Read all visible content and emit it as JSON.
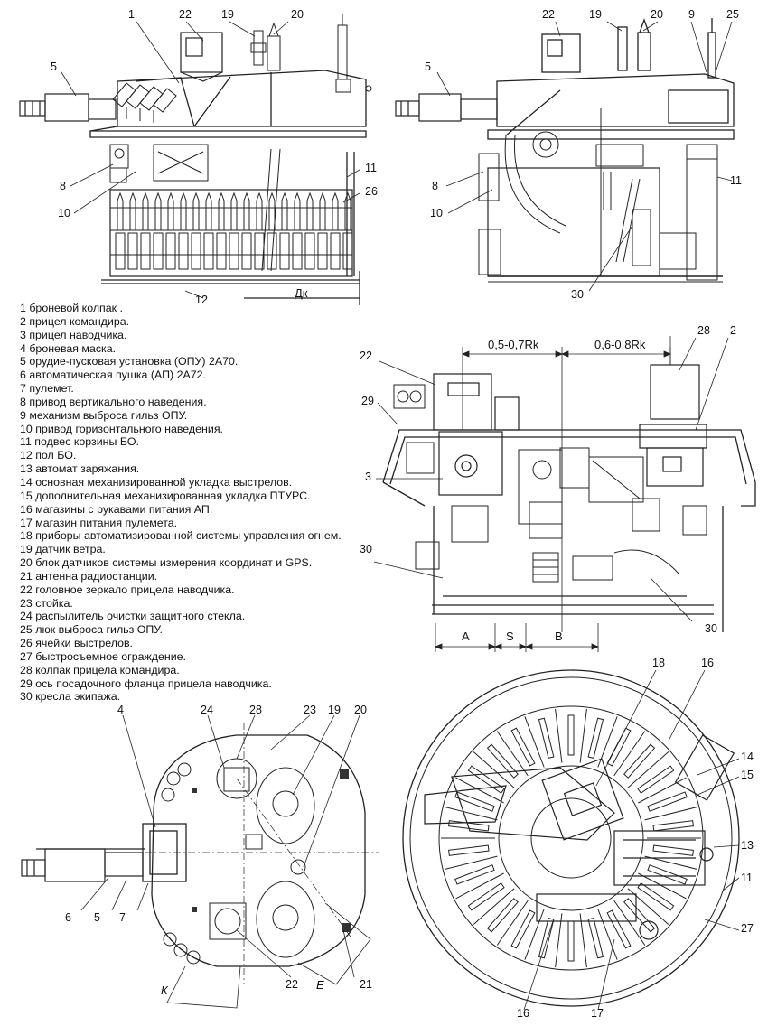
{
  "legend": [
    "1 броневой колпак .",
    "2 прицел командира.",
    "3 прицел наводчика.",
    "4 броневая маска.",
    "5 орудие-пусковая установка (ОПУ) 2А70.",
    "6 автоматическая пушка (АП) 2А72.",
    "7 пулемет.",
    "8 привод вертикального наведения.",
    "9  механизм выброса гильз ОПУ.",
    "10 привод горизонтального наведения.",
    "11 подвес корзины БО.",
    "12 пол БО.",
    "13 автомат заряжания.",
    "14 основная механизированной укладка выстрелов.",
    "15 дополнительная механизированная укладка ПТУРС.",
    "16 магазины с рукавами питания АП.",
    "17 магазин питания пулемета.",
    "18 приборы  автоматизированной системы управления огнем.",
    "19 датчик ветра.",
    "20 блок датчиков системы измерения координат и GPS.",
    "21 антенна радиостанции.",
    "22 головное зеркало прицела наводчика.",
    "23 стойка.",
    "24 распылитель очистки защитного стекла.",
    "25 люк выброса гильз ОПУ.",
    "26 ячейки выстрелов.",
    "27 быстросъемное ограждение.",
    "28 колпак прицела командира.",
    "29 ось посадочного фланца прицела наводчика.",
    "30 кресла экипажа."
  ],
  "view1": {
    "callouts": {
      "n1": "1",
      "n22": "22",
      "n19": "19",
      "n20": "20",
      "n5": "5",
      "n8": "8",
      "n10": "10",
      "n11": "11",
      "n26": "26",
      "n12": "12"
    },
    "dk": "Дк"
  },
  "view2": {
    "callouts": {
      "n22": "22",
      "n19": "19",
      "n20": "20",
      "n9": "9",
      "n25": "25",
      "n5": "5",
      "n8": "8",
      "n10": "10",
      "n11": "11",
      "n30": "30"
    }
  },
  "view3": {
    "callouts": {
      "n22": "22",
      "n28": "28",
      "n2": "2",
      "n29": "29",
      "n3": "3",
      "n30a": "30",
      "n30b": "30"
    },
    "dim_left": "0,5-0,7Rk",
    "dim_right": "0,6-0,8Rk",
    "zone_a": "A",
    "zone_s": "S",
    "zone_b": "B"
  },
  "view4": {
    "callouts": {
      "n4": "4",
      "n28": "28",
      "n24": "24",
      "n23": "23",
      "n19": "19",
      "n20": "20",
      "n6": "6",
      "n5": "5",
      "n7": "7",
      "n22": "22",
      "n21": "21"
    },
    "mark_k": "К",
    "mark_e": "Е"
  },
  "view5": {
    "callouts": {
      "n18": "18",
      "n16a": "16",
      "n14": "14",
      "n15": "15",
      "n13": "13",
      "n11": "11",
      "n27": "27",
      "n16b": "16",
      "n17": "17"
    }
  }
}
